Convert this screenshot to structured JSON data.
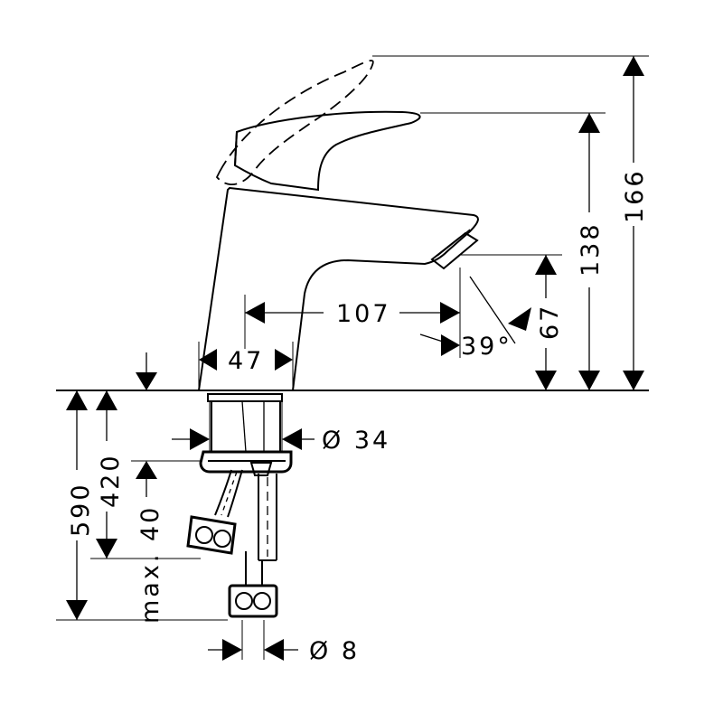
{
  "dimensions": {
    "overall_height": "166",
    "lever_height": "138",
    "spout_reach": "107",
    "spout_angle": "39°",
    "outlet_height": "67",
    "base_width": "47",
    "thread_diameter": "Ø 34",
    "hose_length": "590",
    "hose_to_connector": "420",
    "max_thickness": "max. 40",
    "hose_diameter": "Ø 8"
  }
}
